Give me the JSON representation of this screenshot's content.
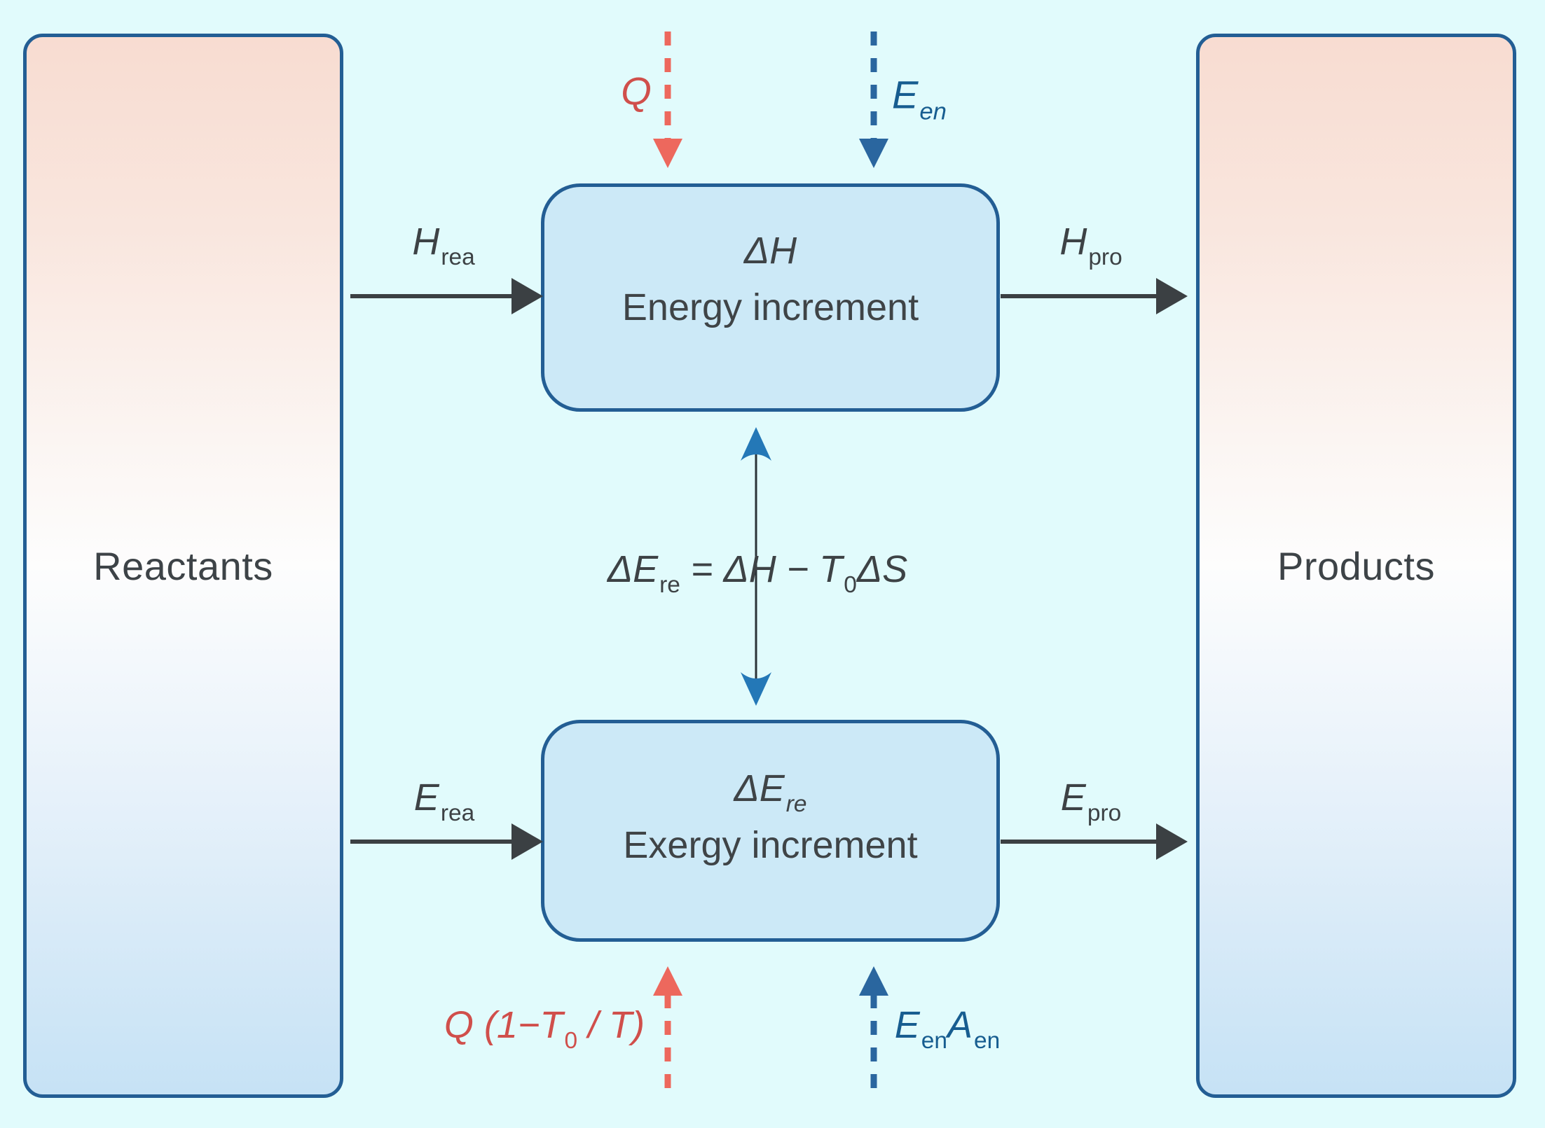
{
  "colors": {
    "background": "#e1fbfc",
    "box_border": "#235e94",
    "center_box_fill": "#cce9f7",
    "side_box_gradient_top": "#f8dcd1",
    "side_box_gradient_bottom": "#c6e2f5",
    "text_dark": "#3d4245",
    "solid_arrow": "#3b4043",
    "heat_red_arrow": "#ed685d",
    "heat_red_text": "#d04f4b",
    "energy_blue_arrow": "#2a669f",
    "energy_blue_text": "#175d90",
    "link_arrowhead_blue": "#2478b7"
  },
  "reactants_box": {
    "label": "Reactants"
  },
  "products_box": {
    "label": "Products"
  },
  "energy_box": {
    "symbol": "ΔH",
    "caption": "Energy increment"
  },
  "exergy_box": {
    "symbol_main": "ΔE",
    "symbol_sub": "re",
    "caption": "Exergy increment"
  },
  "flow_labels": {
    "h_rea": {
      "main": "H",
      "sub": "rea"
    },
    "h_pro": {
      "main": "H",
      "sub": "pro"
    },
    "e_rea": {
      "main": "E",
      "sub": "rea"
    },
    "e_pro": {
      "main": "E",
      "sub": "pro"
    }
  },
  "heat_in": {
    "label": "Q"
  },
  "energy_carrier_in": {
    "main": "E",
    "sub": "en"
  },
  "heat_out": {
    "part1": "Q (1−T",
    "sub": "0",
    "part2": " / T)"
  },
  "energy_carrier_out": {
    "main1": "E",
    "sub1": "en",
    "main2": "A",
    "sub2": "en"
  },
  "formula": {
    "part1": "ΔE",
    "sub1": "re",
    "part2": " = ΔH − T",
    "sub2": "0",
    "part3": "ΔS"
  }
}
